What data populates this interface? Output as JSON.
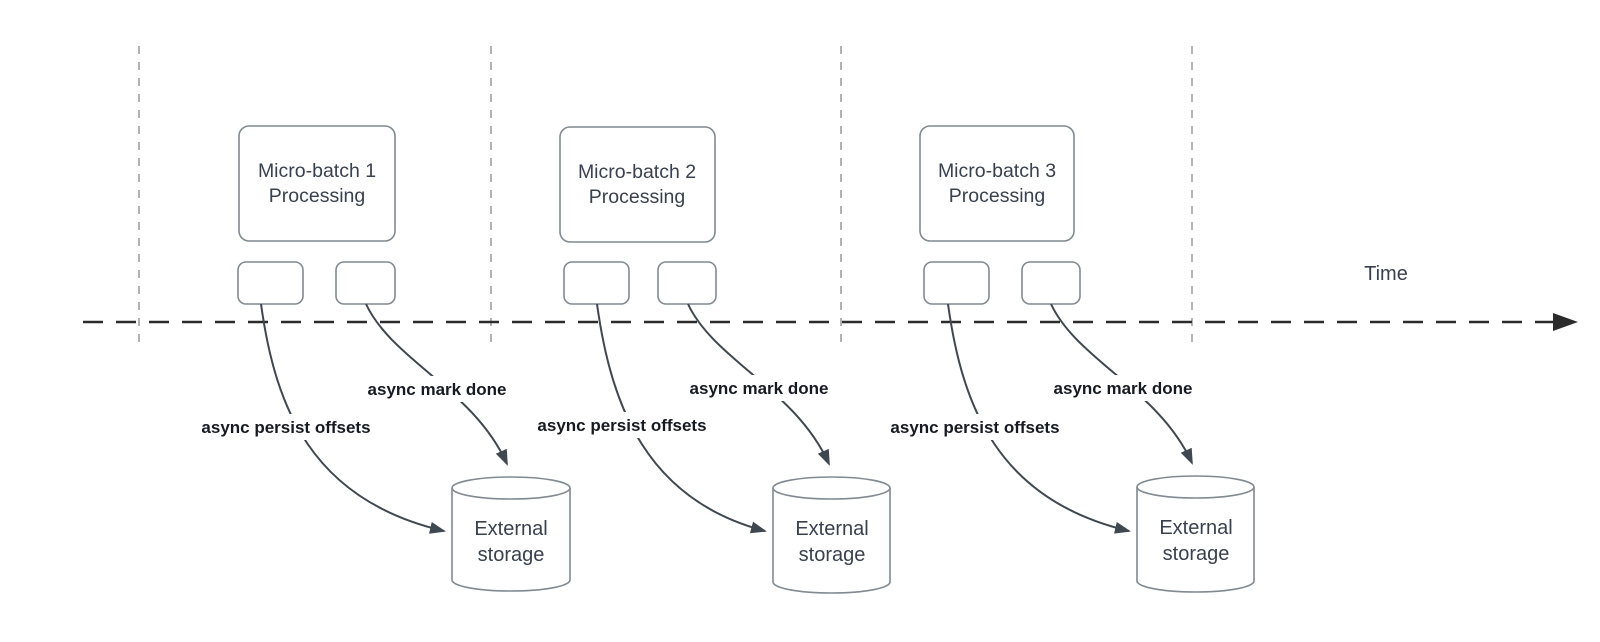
{
  "diagram": {
    "time_label": "Time",
    "batches": [
      {
        "box_line1": "Micro-batch 1",
        "box_line2": "Processing",
        "persist_label": "async persist offsets",
        "done_label": "async mark done",
        "storage_line1": "External",
        "storage_line2": "storage"
      },
      {
        "box_line1": "Micro-batch 2",
        "box_line2": "Processing",
        "persist_label": "async persist offsets",
        "done_label": "async mark done",
        "storage_line1": "External",
        "storage_line2": "storage"
      },
      {
        "box_line1": "Micro-batch 3",
        "box_line2": "Processing",
        "persist_label": "async persist offsets",
        "done_label": "async mark done",
        "storage_line1": "External",
        "storage_line2": "storage"
      }
    ],
    "colors": {
      "background": "#ffffff",
      "shape_stroke": "#818a91",
      "arrow": "#3f4750",
      "timeline": "#2b2b2b",
      "gridline": "#b3b3b3",
      "edge_label_text": "#161a22",
      "shape_text": "#39414f"
    }
  }
}
